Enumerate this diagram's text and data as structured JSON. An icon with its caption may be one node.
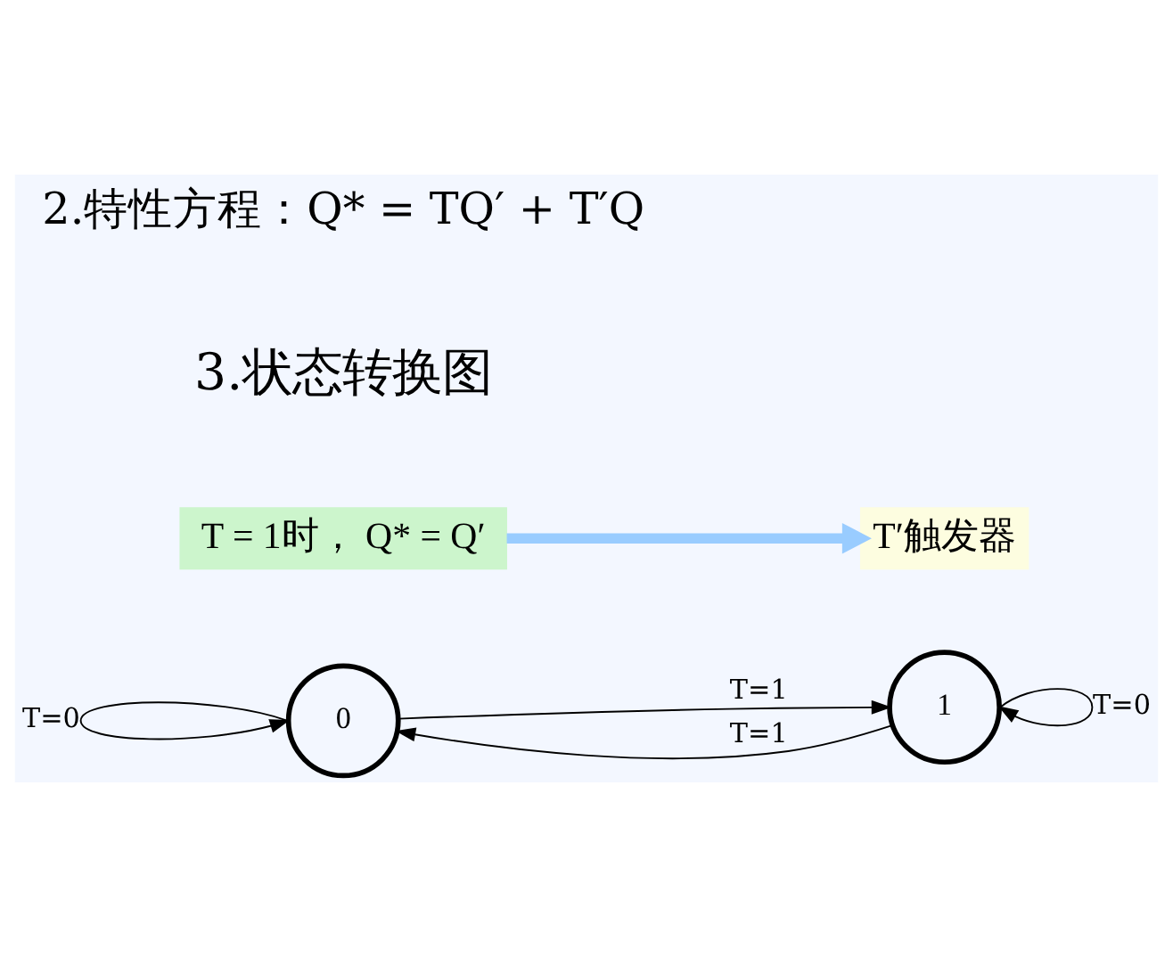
{
  "diagram": {
    "nodes": [
      {
        "text": [
          "T = 1时， Q* = Q′"
        ]
      },
      {
        "text": [
          "T′触发器"
        ]
      },
      {
        "text": [
          "0"
        ]
      },
      {
        "text": [
          "1"
        ]
      }
    ],
    "edges": [
      {
        "from": 0,
        "to": 1,
        "arrow": "to",
        "style": "thick",
        "color": "#99ccff"
      },
      {
        "from": 2,
        "to": 3,
        "arrow": "to",
        "label": "T=1"
      },
      {
        "from": 3,
        "to": 2,
        "arrow": "to",
        "label": "T=1"
      },
      {
        "from": 2,
        "to": 2,
        "arrow": "to",
        "label": "T=0"
      },
      {
        "from": 3,
        "to": 3,
        "arrow": "to",
        "label": "T=0"
      }
    ],
    "labels": [
      "2.特性方程：Q* = TQ′ + T′Q",
      "3.状态转换图"
    ]
  }
}
